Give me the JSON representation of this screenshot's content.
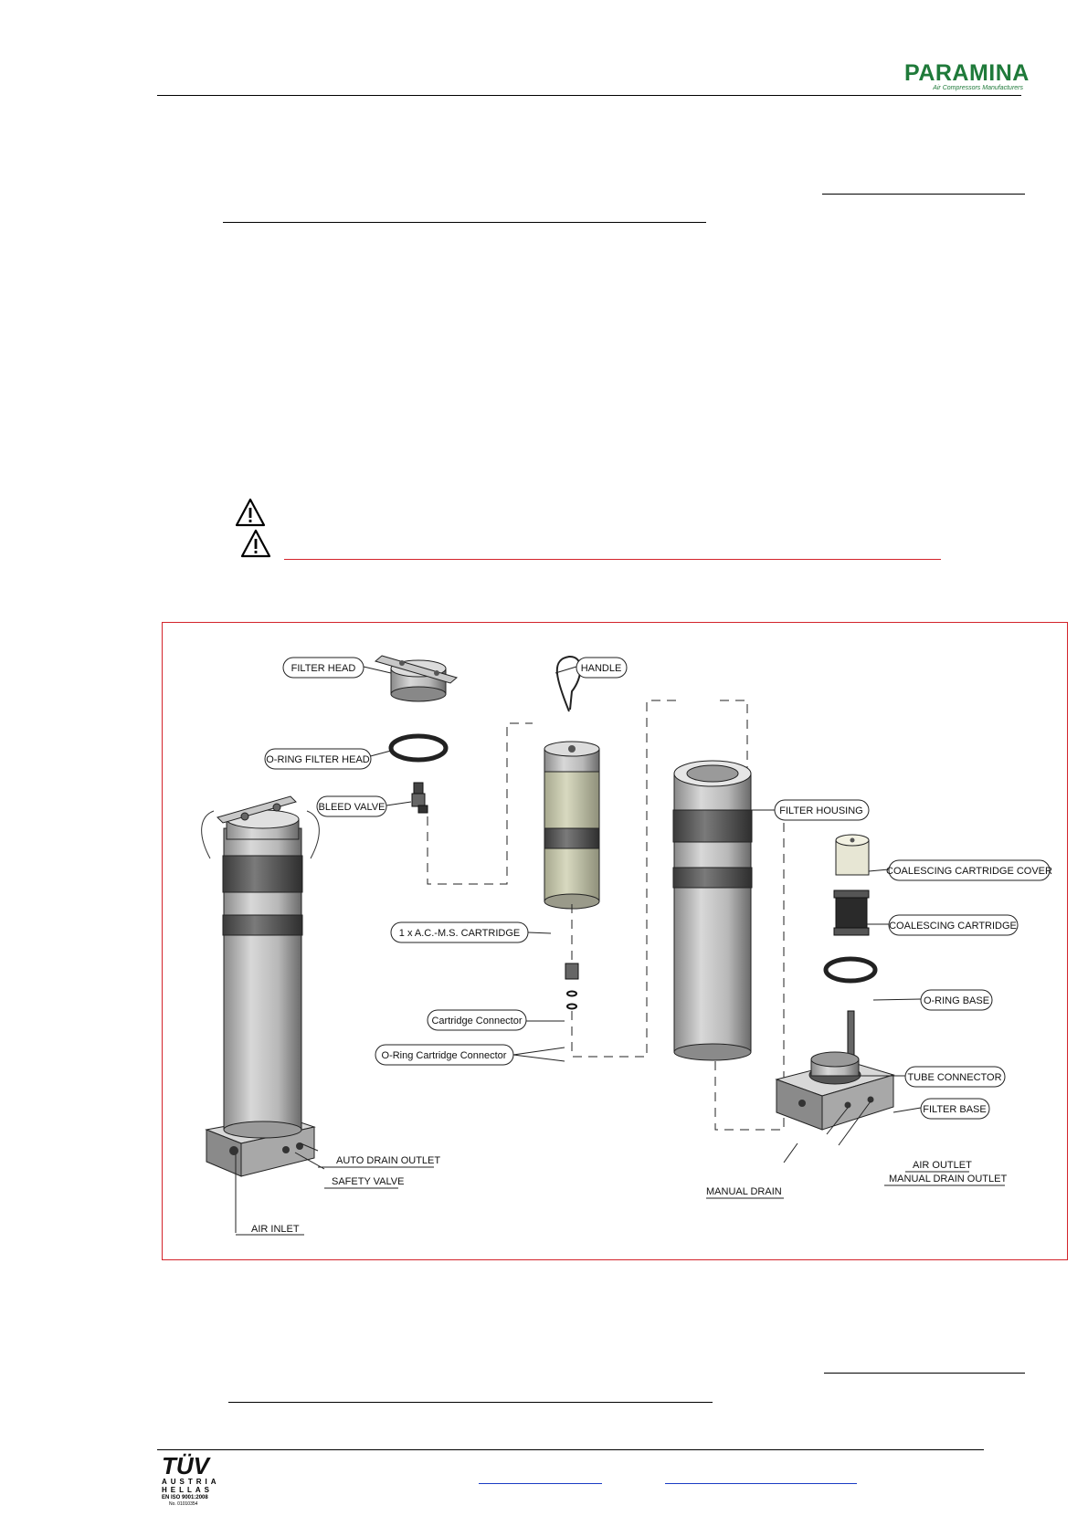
{
  "header": {
    "brand_name": "PARAMINA",
    "brand_tagline": "Air Compressors Manufacturers"
  },
  "diagram": {
    "labels": {
      "filter_head": "FILTER HEAD",
      "o_ring_filter_head": "O-RING FILTER HEAD",
      "bleed_valve": "BLEED VALVE",
      "handle": "HANDLE",
      "cartridge": "1 x A.C.-M.S. CARTRIDGE",
      "cartridge_connector": "Cartridge Connector",
      "o_ring_cartridge_connector": "O-Ring Cartridge Connector",
      "filter_housing": "FILTER HOUSING",
      "coalescing_cartridge_cover": "COALESCING CARTRIDGE COVER",
      "coalescing_cartridge": "COALESCING CARTRIDGE",
      "o_ring_base": "O-RING BASE",
      "tube_connector": "TUBE CONNECTOR",
      "filter_base": "FILTER BASE",
      "auto_drain_outlet": "AUTO DRAIN OUTLET",
      "safety_valve": "SAFETY VALVE",
      "air_inlet": "AIR INLET",
      "air_outlet": "AIR OUTLET",
      "manual_drain_outlet": "MANUAL DRAIN OUTLET",
      "manual_drain": "MANUAL DRAIN"
    }
  },
  "footer": {
    "cert_logo": "TÜV",
    "cert_line1": "AUSTRIA",
    "cert_line2": "HELLAS",
    "cert_iso": "EN ISO 9001:2008",
    "cert_no": "No. 01010354"
  },
  "colors": {
    "brand_green": "#1f7a3a",
    "diagram_border": "#d3232a",
    "warning_underline": "#d3232a"
  },
  "icons": [
    "warning-icon",
    "warning-icon"
  ]
}
